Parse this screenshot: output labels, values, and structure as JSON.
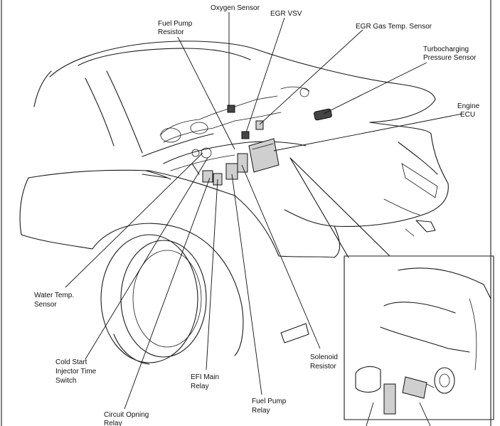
{
  "labels": {
    "oxygen_sensor": "Oxygen Sensor",
    "egr_vsv": "EGR VSV",
    "fuel_pump_resistor_1": "Fuel Pump",
    "fuel_pump_resistor_2": "Resistor",
    "egr_gas_temp_sensor": "EGR Gas Temp. Sensor",
    "turbo_1": "Turbocharging",
    "turbo_2": "Pressure Sensor",
    "engine_ecu_1": "Engine",
    "engine_ecu_2": "ECU",
    "water_temp_1": "Water Temp.",
    "water_temp_2": "Sensor",
    "cold_start_1": "Cold Start",
    "cold_start_2": "Injector Time",
    "cold_start_3": "Switch",
    "efi_main_1": "EFI Main",
    "efi_main_2": "Relay",
    "solenoid_1": "Solenoid",
    "solenoid_2": "Resistor",
    "fuel_pump_relay_1": "Fuel Pump",
    "fuel_pump_relay_2": "Relay",
    "circuit_opening_1": "Circuit Opning",
    "circuit_opening_2": "Relay"
  }
}
